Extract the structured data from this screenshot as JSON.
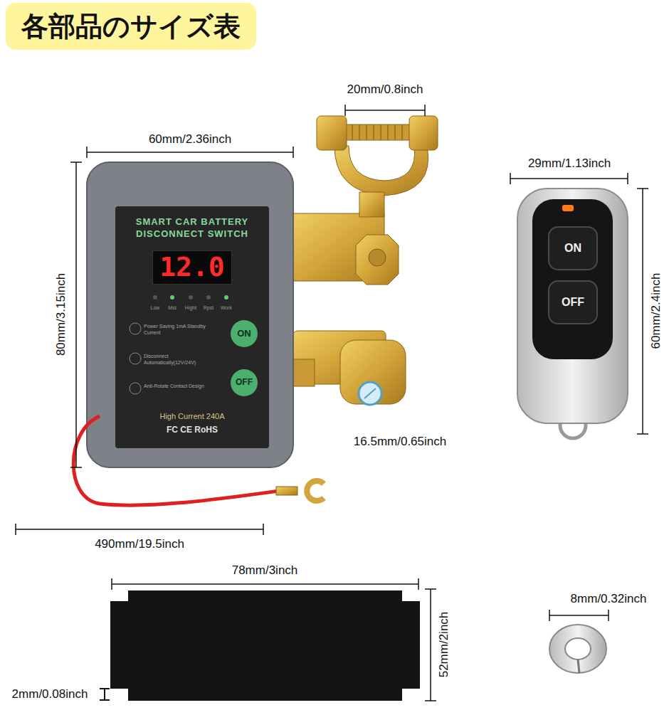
{
  "diagram": {
    "title": "各部品のサイズ表",
    "nodes": [
      {
        "text": [
          "SMART CAR BATTERY DISCONNECT SWITCH",
          "Low",
          "Mid",
          "Hight",
          "Rpst",
          "Work",
          "Power Saving 1mA Standby Current",
          "Disconnect Automatically(12V/24V)",
          "Anti-Rotate Contact Design",
          "High Current 240A",
          "FC CE RoHS"
        ]
      },
      {
        "text": [
          "12.0"
        ],
        "in": 0
      },
      {
        "text": [
          "ON"
        ],
        "in": 0
      },
      {
        "text": [
          "OFF"
        ],
        "in": 0
      },
      {
        "text": [
          "ON"
        ]
      },
      {
        "text": [
          "OFF"
        ]
      }
    ],
    "labels": [
      "20mm/0.8inch",
      "60mm/2.36inch",
      "29mm/1.13inch",
      "80mm/3.15inch",
      "60mm/2.4inch",
      "16.5mm/0.65inch",
      "490mm/19.5inch",
      "78mm/3inch",
      "8mm/0.32inch",
      "52mm/2inch",
      "2mm/0.08inch"
    ]
  }
}
